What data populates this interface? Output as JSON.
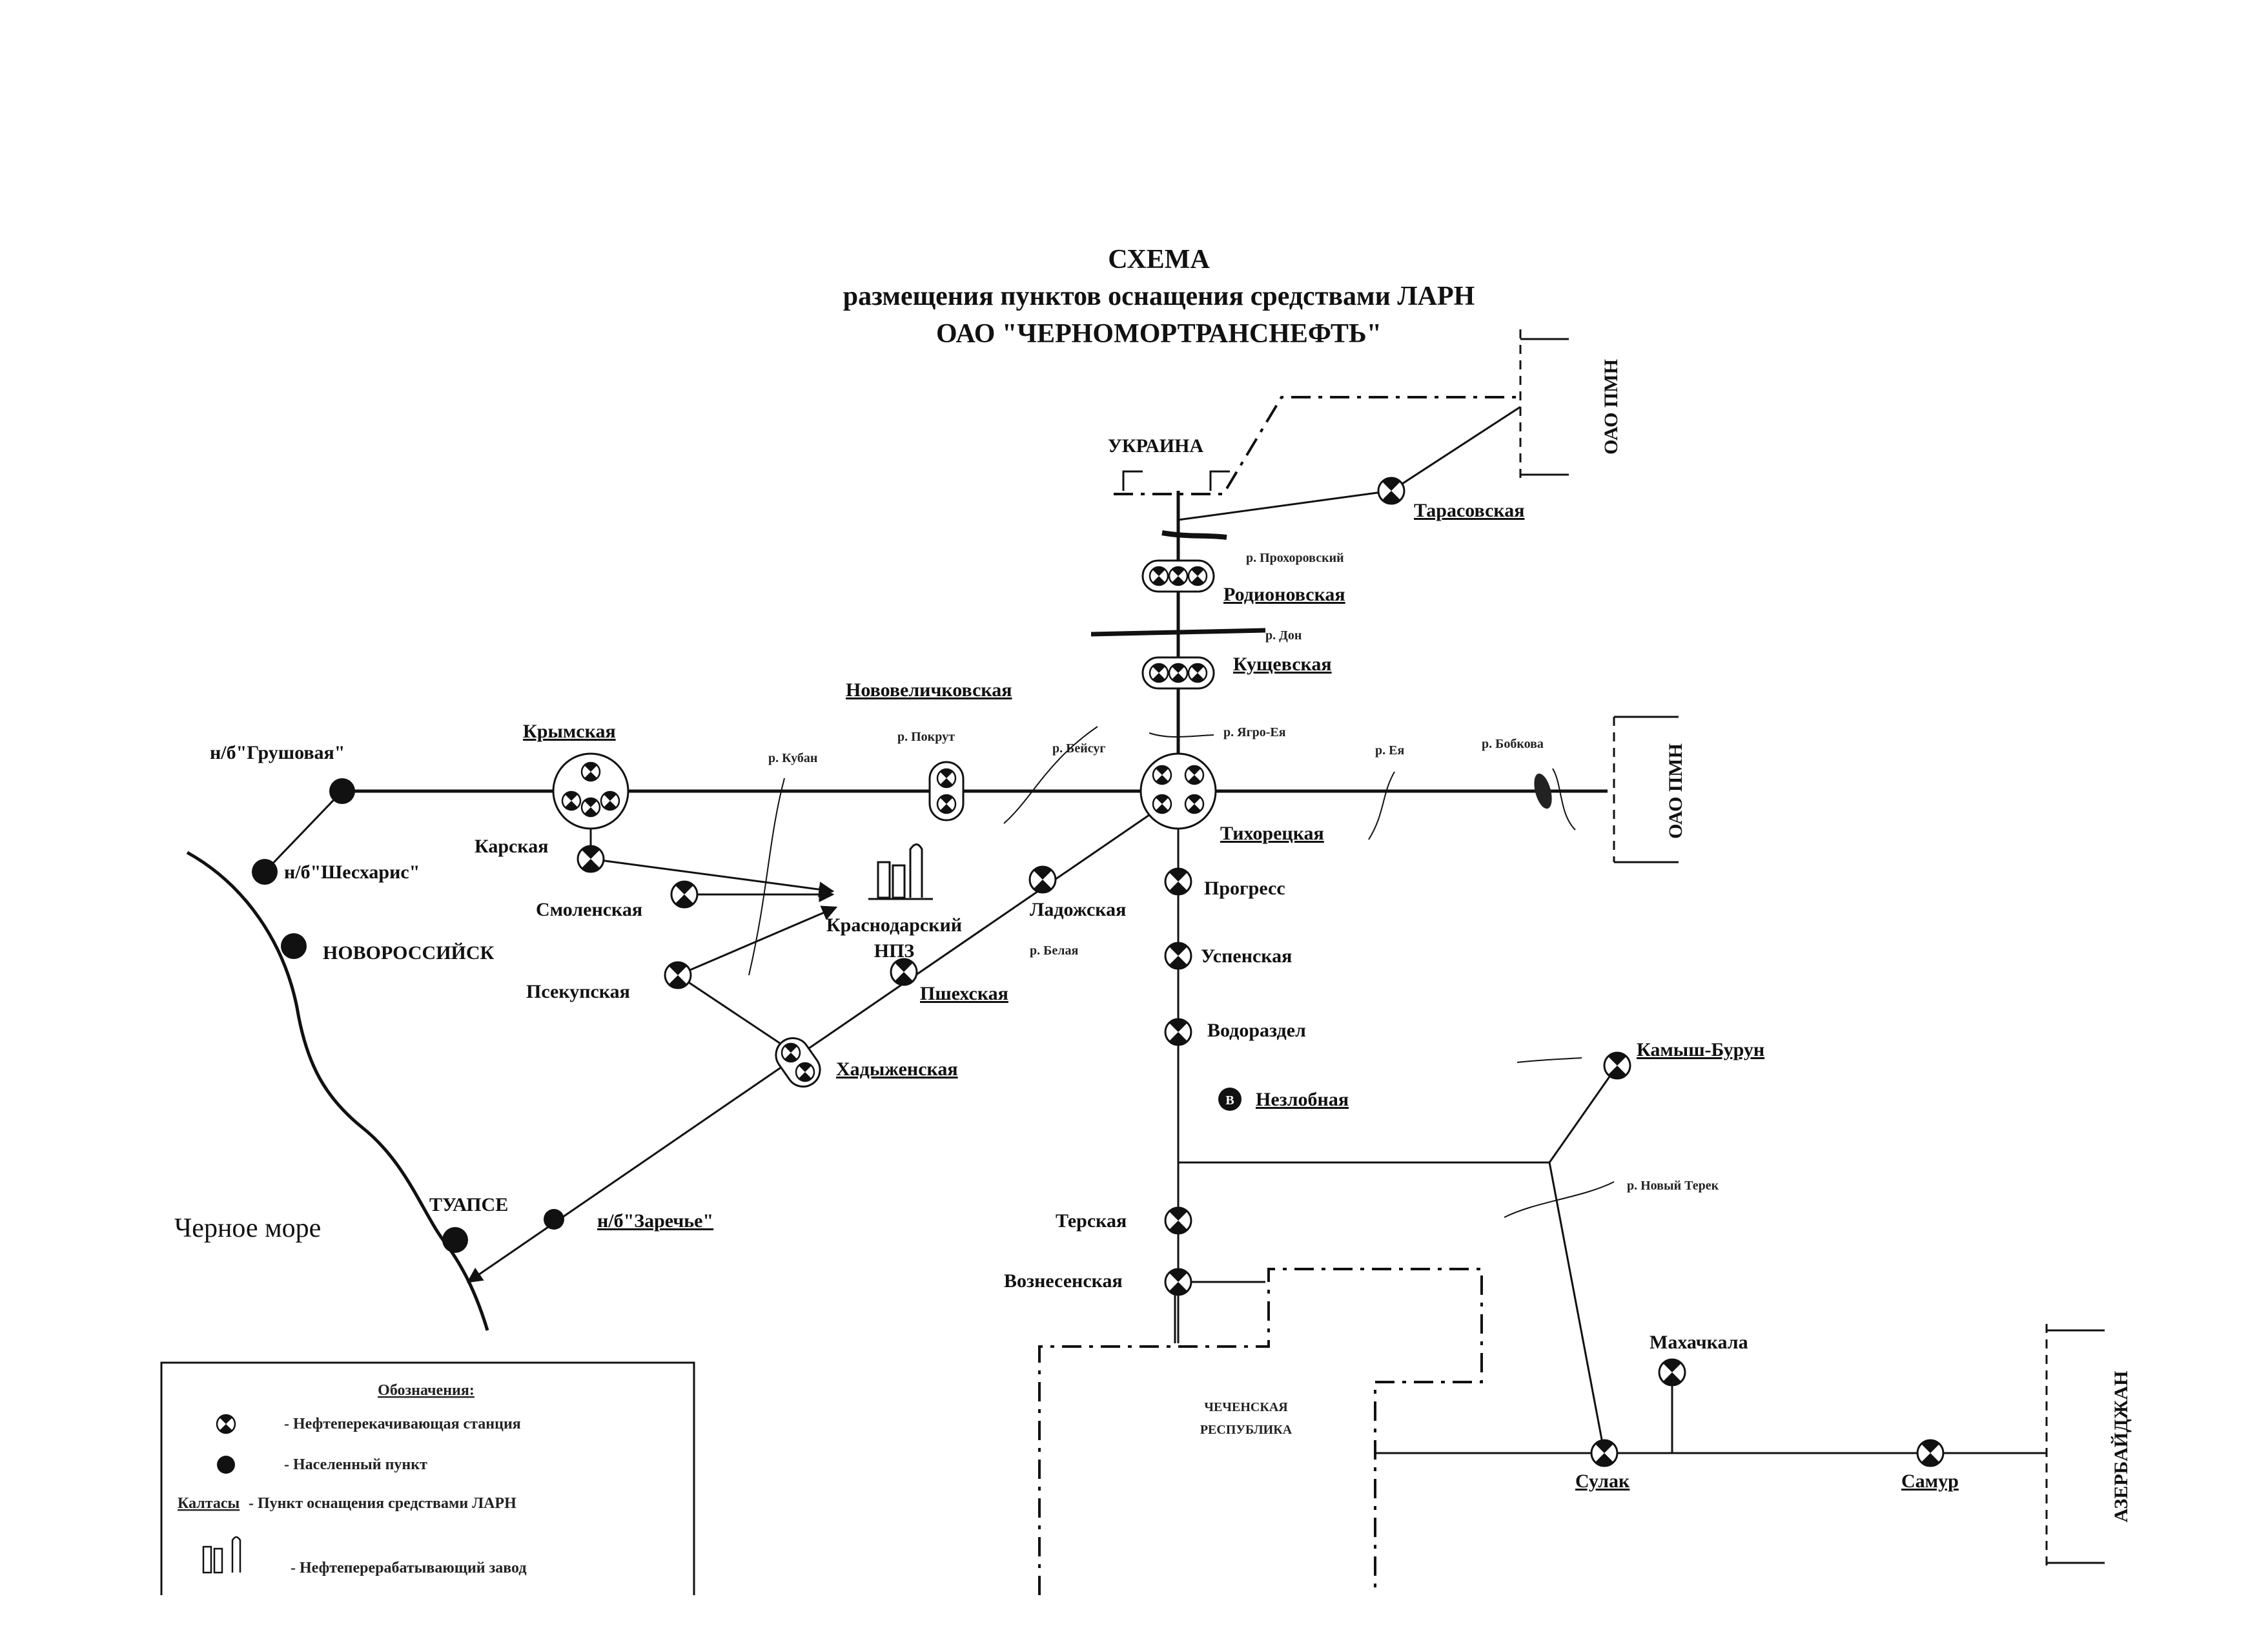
{
  "title": {
    "line1": "СХЕМА",
    "line2": "размещения пунктов оснащения средствами ЛАРН",
    "line3": "ОАО \"ЧЕРНОМОРТРАНСНЕФТЬ\""
  },
  "regions": {
    "ukraine": "УКРАИНА",
    "oao_pmn_top": "ОАО ПМН",
    "oao_pmn_mid": "ОАО ПМН",
    "chechnya_1": "ЧЕЧЕНСКАЯ",
    "chechnya_2": "РЕСПУБЛИКА",
    "azerbaijan": "АЗЕРБАЙДЖАН",
    "black_sea": "Черное море"
  },
  "stations": {
    "tarasovskaya": "Тарасовская",
    "rodionovskaya": "Родионовская",
    "kushchevskaya": "Кущевская",
    "novovelichkovskaya": "Нововеличковская",
    "krymskaya": "Крымская",
    "tikhoretskaya": "Тихорецкая",
    "karskaya": "Карская",
    "smolenskaya": "Смоленская",
    "krasnodar_npz_1": "Краснодарский",
    "krasnodar_npz_2": "НПЗ",
    "ladozhskaya": "Ладожская",
    "progress": "Прогресс",
    "uspenskaya": "Успенская",
    "vodorazdel": "Водораздел",
    "nezlobnaya": "Незлобная",
    "pshekhskaya": "Пшехская",
    "pskupskaya": "Псекупская",
    "khadyzhenskaya": "Хадыженская",
    "kamysh_burun": "Камыш-Бурун",
    "terskaya": "Терская",
    "voznesenskaya": "Вознесенская",
    "makhachkala": "Махачкала",
    "sulak": "Сулак",
    "samur": "Самур",
    "grushovaya": "н/б\"Грушовая\"",
    "sheskharis": "н/б\"Шесхарис\"",
    "novorossiysk": "НОВОРОССИЙСК",
    "tuapse": "ТУАПСЕ",
    "zarechye": "н/б\"Заречье\""
  },
  "rivers": {
    "prokhorovsky": "р. Прохоровский",
    "don": "р. Дон",
    "kuban": "р. Кубан",
    "pokrut": "р. Покрут",
    "beysug": "р. Бейсуг",
    "ea_top": "р. Ягро-Ея",
    "ea": "р. Ея",
    "bobkova": "р. Бобкова",
    "belaya": "р. Белая",
    "novy_terek": "р. Новый Терек"
  },
  "legend": {
    "title": "Обозначения:",
    "pumping_station": "- Нефтеперекачивающая станция",
    "settlement": "- Населенный пункт",
    "larn_sample": "Калтасы",
    "larn_point": "- Пункт оснащения средствами ЛАРН",
    "refinery": "- Нефтеперерабатывающий завод"
  }
}
